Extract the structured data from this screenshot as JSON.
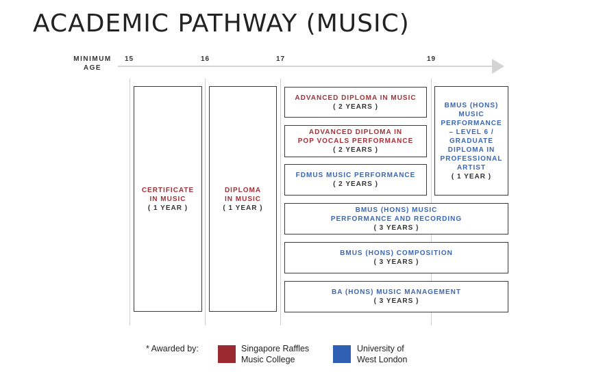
{
  "title": "ACADEMIC PATHWAY (MUSIC)",
  "axis": {
    "label_line1": "MINIMUM",
    "label_line2": "AGE",
    "ticks": [
      "15",
      "16",
      "17",
      "19"
    ]
  },
  "programmes": [
    {
      "name": "CERTIFICATE\nIN MUSIC",
      "duration": "( 1 YEAR )",
      "awarded_by": "Singapore Raffles Music College"
    },
    {
      "name": "DIPLOMA\nIN MUSIC",
      "duration": "( 1 YEAR )",
      "awarded_by": "Singapore Raffles Music College"
    },
    {
      "name": "ADVANCED DIPLOMA IN MUSIC",
      "duration": "( 2 YEARS )",
      "awarded_by": "Singapore Raffles Music College"
    },
    {
      "name": "ADVANCED DIPLOMA IN\nPOP VOCALS PERFORMANCE",
      "duration": "( 2 YEARS )",
      "awarded_by": "Singapore Raffles Music College"
    },
    {
      "name": "FDMUS MUSIC PERFORMANCE",
      "duration": "( 2 YEARS )",
      "awarded_by": "University of West London"
    },
    {
      "name": "BMUS (HONS)\nMUSIC\nPERFORMANCE\n– LEVEL 6 /\nGRADUATE\nDIPLOMA IN\nPROFESSIONAL\nARTIST",
      "duration": "( 1 YEAR )",
      "awarded_by": "University of West London"
    },
    {
      "name": "BMUS (HONS) MUSIC\nPERFORMANCE AND RECORDING",
      "duration": "( 3 YEARS )",
      "awarded_by": "University of West London"
    },
    {
      "name": "BMUS (HONS) COMPOSITION",
      "duration": "( 3 YEARS )",
      "awarded_by": "University of West London"
    },
    {
      "name": "BA (HONS) MUSIC MANAGEMENT",
      "duration": "( 3 YEARS )",
      "awarded_by": "University of West London"
    }
  ],
  "legend": {
    "prefix": "* Awarded by:",
    "items": [
      {
        "line1": "Singapore Raffles",
        "line2": "Music College",
        "color": "#9a2a30"
      },
      {
        "line1": "University of",
        "line2": "West London",
        "color": "#2f5fb3"
      }
    ]
  },
  "colors": {
    "red_text": "#a33036",
    "blue_text": "#3b66b0"
  }
}
